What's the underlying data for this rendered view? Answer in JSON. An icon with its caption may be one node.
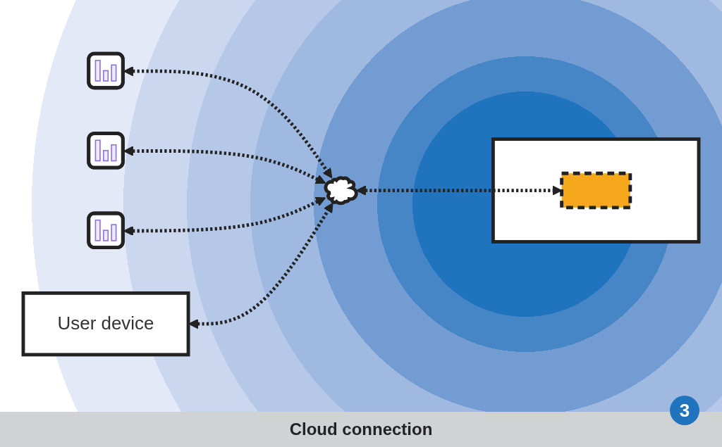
{
  "diagram": {
    "caption": "Cloud connection",
    "nodes": [
      {
        "text": [],
        "shape": "picture"
      },
      {
        "text": [],
        "shape": "picture"
      },
      {
        "text": [],
        "shape": "picture"
      },
      {
        "text": [
          "User device"
        ]
      },
      {
        "text": [],
        "shape": "cloud"
      },
      {
        "text": [],
        "shape": "picture"
      },
      {
        "text": [],
        "shape": "box",
        "in": 5
      }
    ],
    "edges": [
      {
        "from": 0,
        "to": 4,
        "arrow": "both",
        "style": "dashed"
      },
      {
        "from": 1,
        "to": 4,
        "arrow": "both",
        "style": "dashed"
      },
      {
        "from": 2,
        "to": 4,
        "arrow": "both",
        "style": "dashed"
      },
      {
        "from": 3,
        "to": 4,
        "arrow": "both",
        "style": "dashed"
      },
      {
        "from": 4,
        "to": 6,
        "arrow": "both",
        "style": "dashed"
      }
    ],
    "labels": [
      "3"
    ]
  }
}
